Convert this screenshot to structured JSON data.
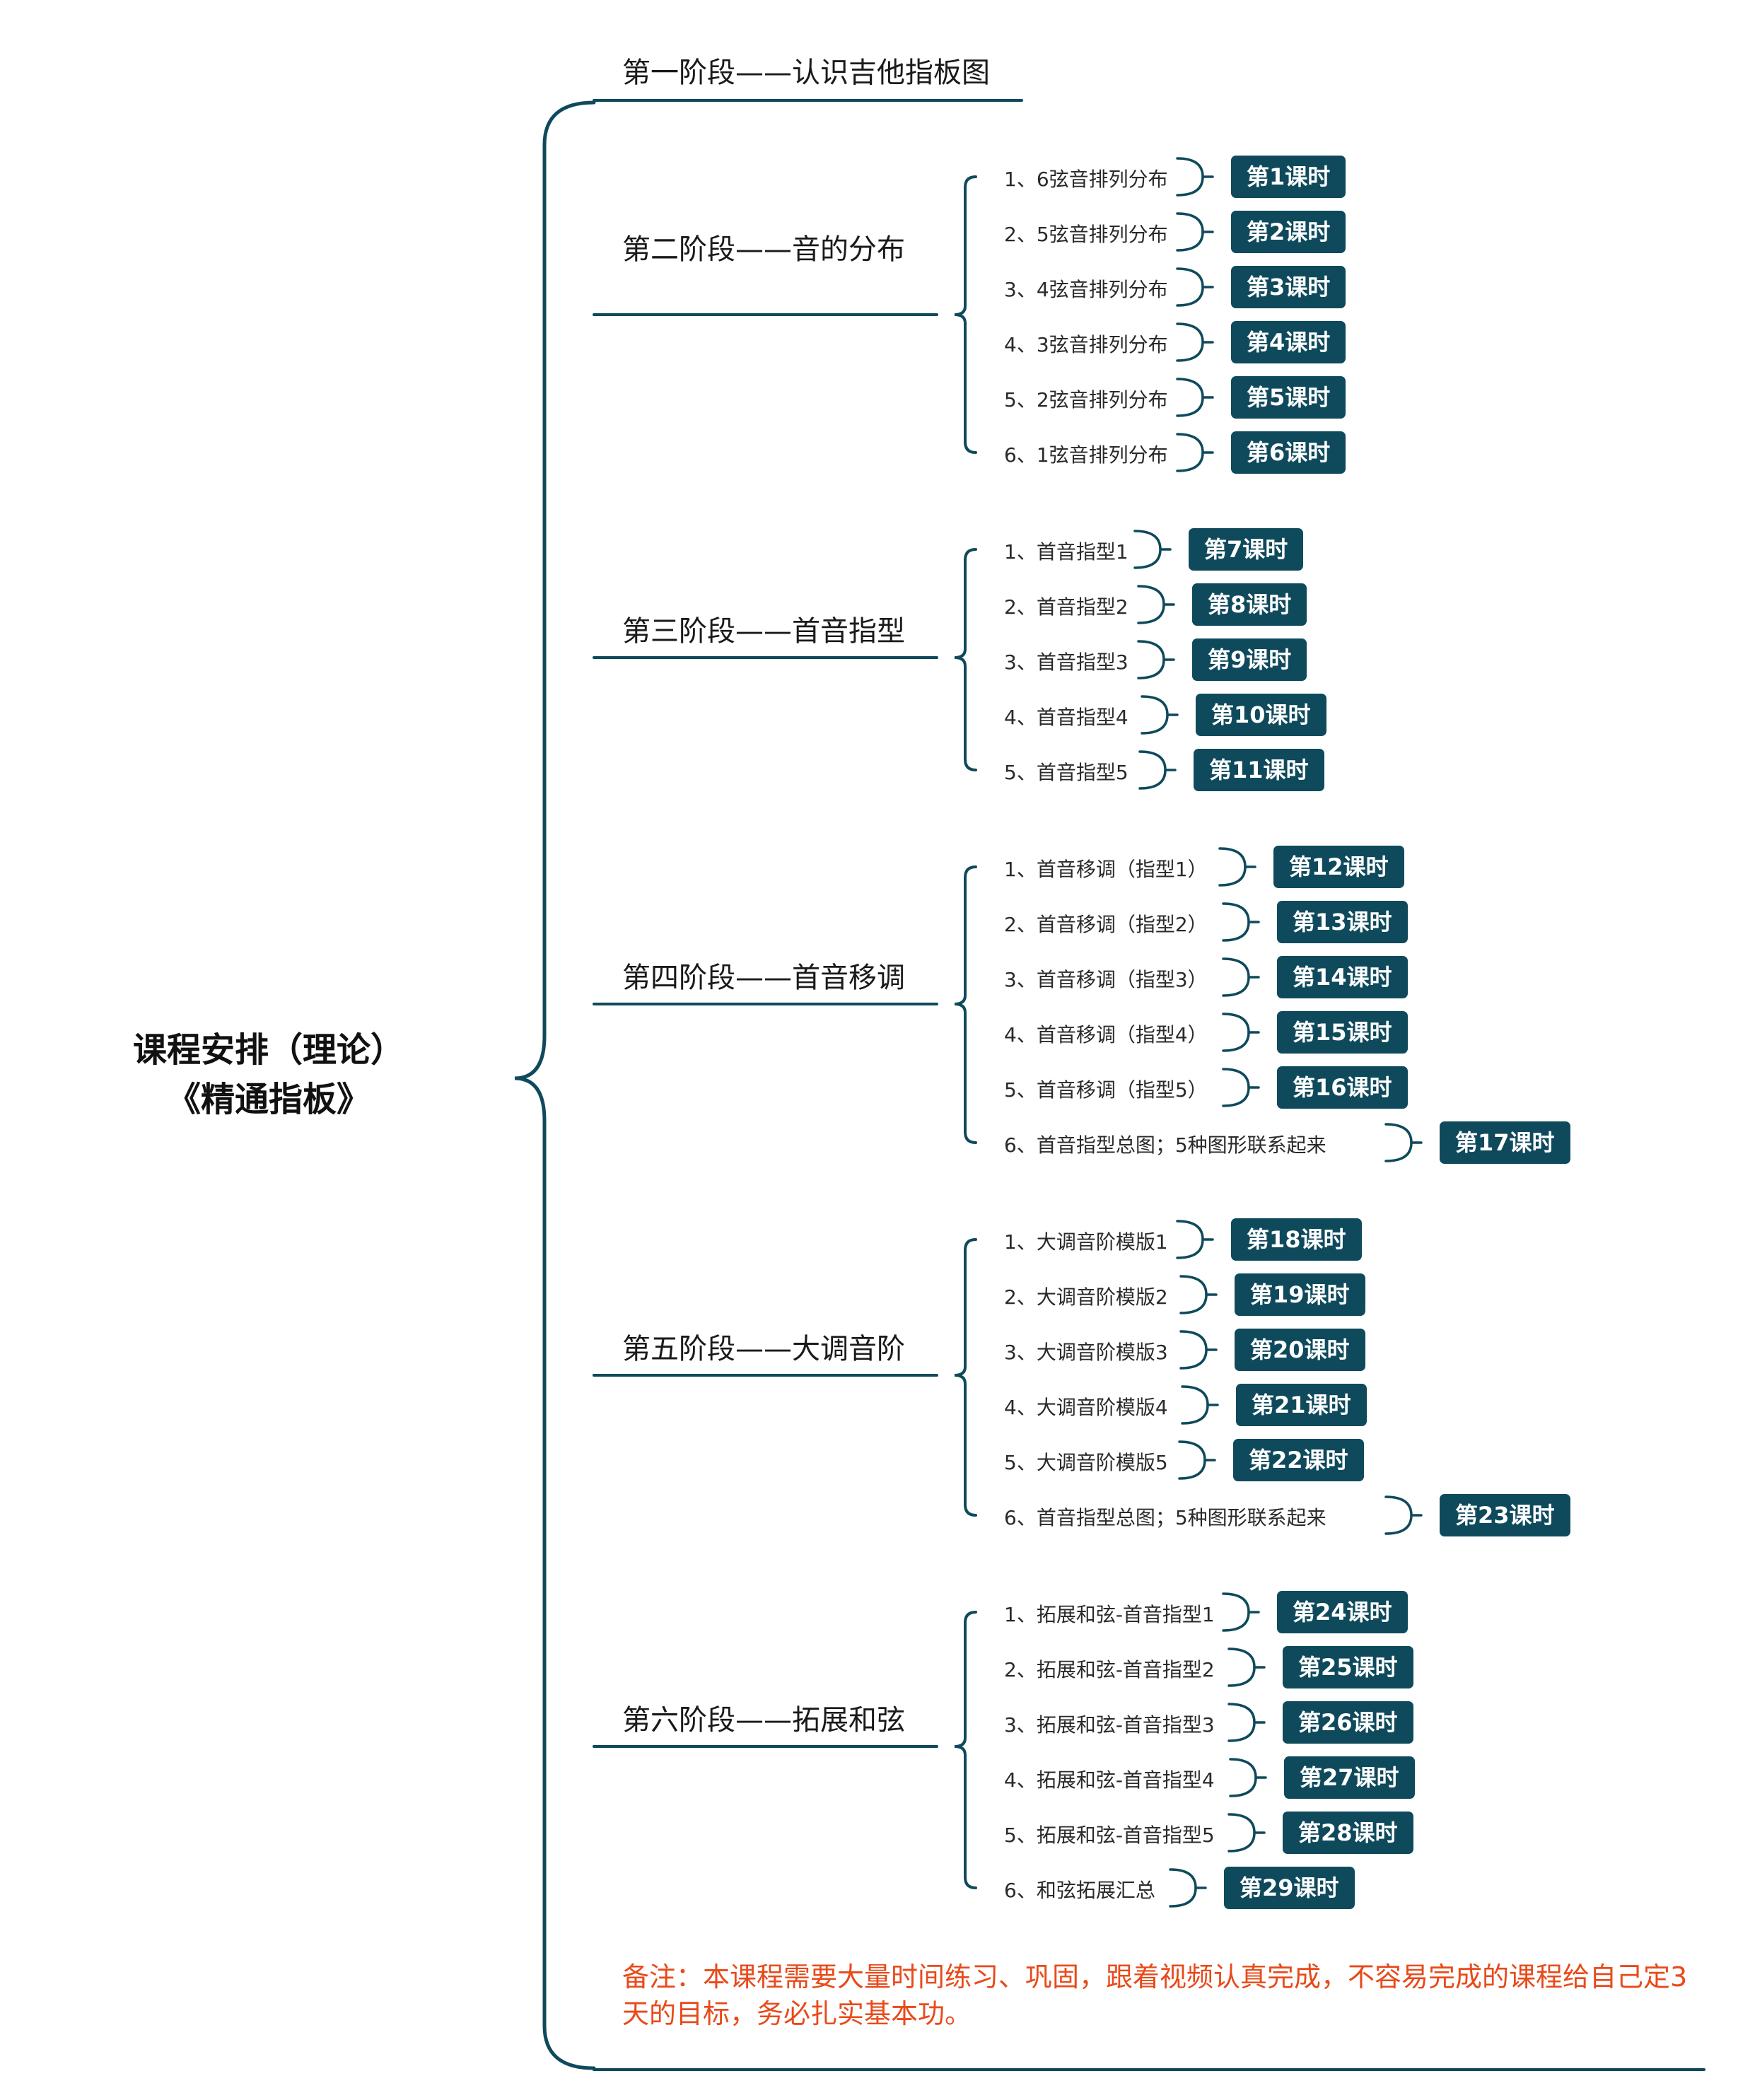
{
  "root": {
    "line1": "课程安排（理论）",
    "line2": "《精通指板》"
  },
  "stages": [
    {
      "title": "第一阶段——认识吉他指板图",
      "items": []
    },
    {
      "title": "第二阶段——音的分布",
      "items": [
        {
          "label": "1、6弦音排列分布",
          "lesson": "第1课时"
        },
        {
          "label": "2、5弦音排列分布",
          "lesson": "第2课时"
        },
        {
          "label": "3、4弦音排列分布",
          "lesson": "第3课时"
        },
        {
          "label": "4、3弦音排列分布",
          "lesson": "第4课时"
        },
        {
          "label": "5、2弦音排列分布",
          "lesson": "第5课时"
        },
        {
          "label": "6、1弦音排列分布",
          "lesson": "第6课时"
        }
      ]
    },
    {
      "title": "第三阶段——首音指型",
      "items": [
        {
          "label": "1、首音指型1",
          "lesson": "第7课时"
        },
        {
          "label": "2、首音指型2",
          "lesson": "第8课时"
        },
        {
          "label": "3、首音指型3",
          "lesson": "第9课时"
        },
        {
          "label": "4、首音指型4",
          "lesson": "第10课时"
        },
        {
          "label": "5、首音指型5",
          "lesson": "第11课时"
        }
      ]
    },
    {
      "title": "第四阶段——首音移调",
      "items": [
        {
          "label": "1、首音移调（指型1）",
          "lesson": "第12课时"
        },
        {
          "label": "2、首音移调（指型2）",
          "lesson": "第13课时"
        },
        {
          "label": "3、首音移调（指型3）",
          "lesson": "第14课时"
        },
        {
          "label": "4、首音移调（指型4）",
          "lesson": "第15课时"
        },
        {
          "label": "5、首音移调（指型5）",
          "lesson": "第16课时"
        },
        {
          "label": "6、首音指型总图；5种图形联系起来",
          "lesson": "第17课时"
        }
      ]
    },
    {
      "title": "第五阶段——大调音阶",
      "items": [
        {
          "label": "1、大调音阶模版1",
          "lesson": "第18课时"
        },
        {
          "label": "2、大调音阶模版2",
          "lesson": "第19课时"
        },
        {
          "label": "3、大调音阶模版3",
          "lesson": "第20课时"
        },
        {
          "label": "4、大调音阶模版4",
          "lesson": "第21课时"
        },
        {
          "label": "5、大调音阶模版5",
          "lesson": "第22课时"
        },
        {
          "label": "6、首音指型总图；5种图形联系起来",
          "lesson": "第23课时"
        }
      ]
    },
    {
      "title": "第六阶段——拓展和弦",
      "items": [
        {
          "label": "1、拓展和弦-首音指型1",
          "lesson": "第24课时"
        },
        {
          "label": "2、拓展和弦-首音指型2",
          "lesson": "第25课时"
        },
        {
          "label": "3、拓展和弦-首音指型3",
          "lesson": "第26课时"
        },
        {
          "label": "4、拓展和弦-首音指型4",
          "lesson": "第27课时"
        },
        {
          "label": "5、拓展和弦-首音指型5",
          "lesson": "第28课时"
        },
        {
          "label": "6、和弦拓展汇总",
          "lesson": "第29课时"
        }
      ]
    }
  ],
  "note": "备注：本课程需要大量时间练习、巩固，跟着视频认真完成，不容易完成的课程给自己定3天的目标，务必扎实基本功。",
  "colors": {
    "line": "#0f4a5c",
    "badge": "#0f4a5c",
    "note": "#e84a1a"
  }
}
